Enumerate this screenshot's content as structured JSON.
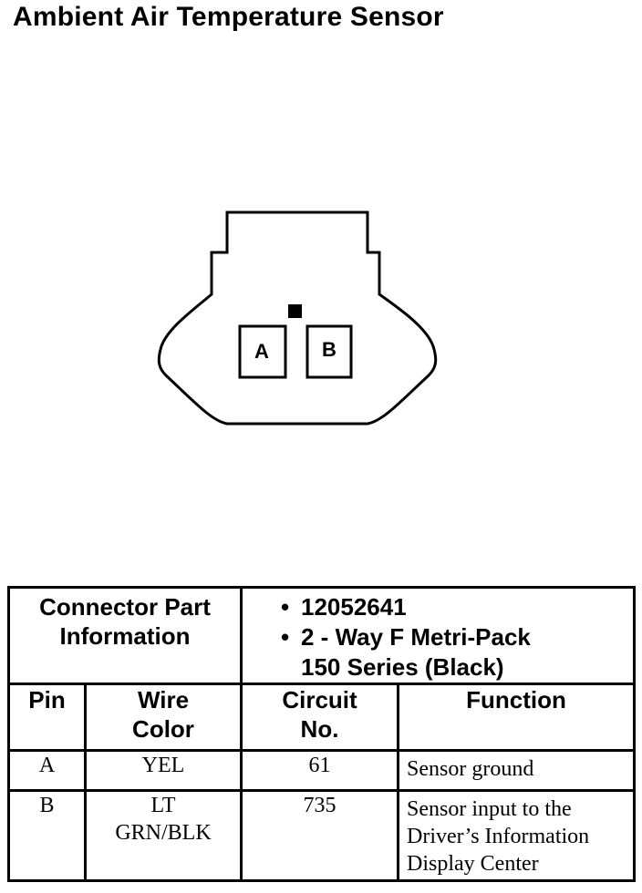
{
  "title": "Ambient Air Temperature Sensor",
  "connector": {
    "pins": [
      "A",
      "B"
    ]
  },
  "part_info": {
    "label_line1": "Connector Part",
    "label_line2": "Information",
    "bullet": "•",
    "part_number": "12052641",
    "description_line1": "2 - Way F Metri-Pack",
    "description_line2": "150 Series (Black)"
  },
  "headers": {
    "pin": "Pin",
    "wire_color_line1": "Wire",
    "wire_color_line2": "Color",
    "circuit_line1": "Circuit",
    "circuit_line2": "No.",
    "function": "Function"
  },
  "rows": [
    {
      "pin": "A",
      "wire_line1": "YEL",
      "wire_line2": "",
      "circuit": "61",
      "function_line1": "Sensor ground",
      "function_line2": "",
      "function_line3": ""
    },
    {
      "pin": "B",
      "wire_line1": "LT",
      "wire_line2": "GRN/BLK",
      "circuit": "735",
      "function_line1": "Sensor input to the",
      "function_line2": "Driver’s Information",
      "function_line3": "Display Center"
    }
  ]
}
